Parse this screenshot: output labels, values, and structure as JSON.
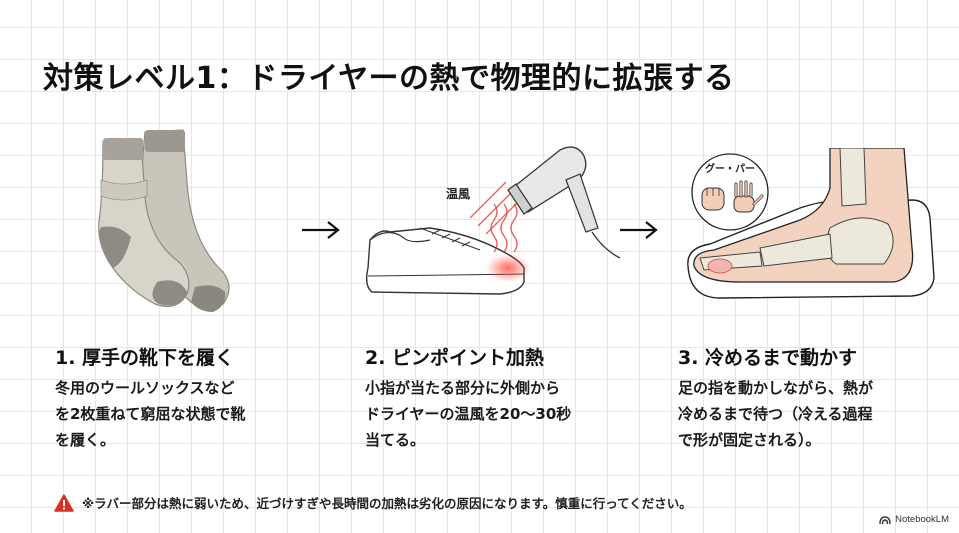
{
  "title": "対策レベル1：ドライヤーの熱で物理的に拡張する",
  "steps": [
    {
      "title": "1. 厚手の靴下を履く",
      "body": "冬用のウールソックスなど\nを2枚重ねて窮屈な状態で靴\nを履く。",
      "illustration": "wool-socks"
    },
    {
      "title": "2. ピンポイント加熱",
      "body": "小指が当たる部分に外側から\nドライヤーの温風を20〜30秒\n当てる。",
      "illustration": "hair-dryer-heating-sneaker",
      "illustration_label": "温風"
    },
    {
      "title": "3. 冷めるまで動かす",
      "body": "足の指を動かしながら、熱が\n冷めるまで待つ（冷える過程\nで形が固定される）。",
      "illustration": "foot-skeleton-in-shoe",
      "illustration_label": "グー・パー"
    }
  ],
  "arrows": [
    "→",
    "→"
  ],
  "warning": {
    "icon": "warning-triangle-icon",
    "text": "※ラバー部分は熱に弱いため、近づけすぎや長時間の加熱は劣化の原因になります。慎重に行ってください。",
    "color": "#d93025"
  },
  "brand": {
    "label": "NotebookLM",
    "icon": "notebooklm-logo-icon"
  },
  "colors": {
    "heat": "#e53935",
    "grid": "#e6e6e6",
    "text": "#111111"
  }
}
